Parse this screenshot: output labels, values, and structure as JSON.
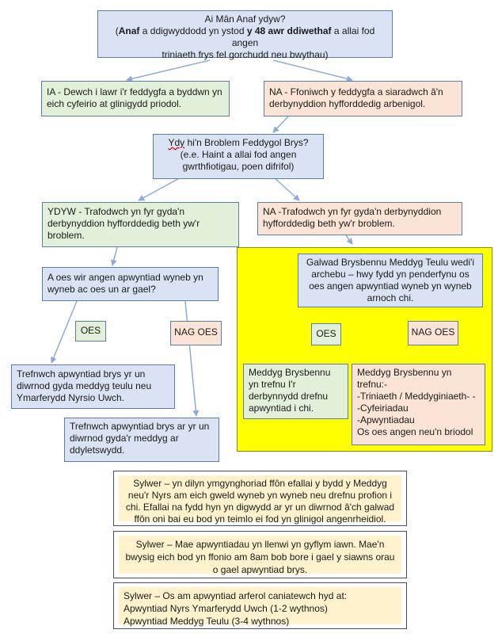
{
  "top": {
    "line1": "Ai Mân Anaf ydyw?",
    "line2_pre": "(",
    "line2_bold1": "Anaf",
    "line2_mid": " a ddigwyddodd yn ystod ",
    "line2_bold2": "y 48 awr ddiwethaf",
    "line2_post": " a allai fod angen",
    "line3": "triniaeth frys fel gorchudd neu bwythau)"
  },
  "ia_box": {
    "text": "IA  - Dewch i lawr i'r feddygfa a byddwn yn eich cyfeirio at glinigydd priodol."
  },
  "na_box": {
    "text": "NA - Ffoniwch y feddygfa a siaradwch â'n derbynyddion hyfforddedig arbenigol."
  },
  "broblem": {
    "line1_word": "Ydy",
    "line1_rest": " hi'n Broblem Feddygol Brys?",
    "line2": "(e.e. Haint a allai fod angen",
    "line3": "gwrthfiotigau, poen difrifol)"
  },
  "ydyw_box": {
    "text": "YDYW - Trafodwch yn fyr gyda'n derbynyddion hyfforddedig beth yw'r broblem."
  },
  "na2_box": {
    "text": "NA -Trafodwch yn fyr gyda'n derbynyddion hyfforddedig beth yw'r broblem."
  },
  "question_box": {
    "text": "A oes wir angen apwyntiad wyneb yn wyneb ac oes un ar gael?"
  },
  "oes_left": "OES",
  "nag_oes_left": "NAG OES",
  "trefnwch1": {
    "text": "Trefnwch apwyntiad brys yr un diwrnod gyda meddyg teulu neu Ymarferydd Nyrsio Uwch."
  },
  "trefnwch2": {
    "text": "Trefnwch apwyntiad brys ar yr un diwrnod gyda'r meddyg ar ddyletswydd."
  },
  "galwad": {
    "text": "Galwad  Brysbennu Meddyg Teulu wedi'i archebu – hwy fydd yn penderfynu os oes  angen apwyntiad wyneb yn wyneb arnoch chi."
  },
  "oes_right": "OES",
  "nag_oes_right": "NAG OES",
  "meddyg_left": {
    "text": "Meddyg Brysbennu yn trefnu I'r derbynnydd drefnu apwyntiad i chi."
  },
  "meddyg_right": {
    "l1": "Meddyg Brysbennu yn",
    "l2": "trefnu:-",
    "l3": "-Triniaeth / Meddyginiaeth- -",
    "l4": "-Cyfeiriadau",
    "l5": "-Apwyntiadau",
    "l6": "Os oes angen neu'n briodol"
  },
  "note1": {
    "text": "Sylwer – yn dilyn ymgynghoriad ffôn efallai y bydd y Meddyg neu'r Nyrs am eich gweld wyneb yn wyneb neu drefnu profion i chi. Efallai na fydd hyn yn digwydd ar yr un diwrnod â'ch galwad ffôn oni bai eu bod yn teimlo ei fod yn glinigol angenrheidiol."
  },
  "note2": {
    "text": "Sylwer – Mae  apwyntiadau yn llenwi yn gyflym iawn. Mae'n bwysig eich bod yn ffonio am 8am bob bore i gael y siawns orau o gael apwyntiad brys."
  },
  "note3": {
    "l1": "Sylwer – Os am apwyntiad arferol caniatewch hyd at:",
    "l2": "Apwyntiad  Nyrs Ymarferydd Uwch (1-2 wythnos)",
    "l3": "Apwyntiad Meddyg Teulu (3-4 wythnos)"
  },
  "colors": {
    "blue": "#dae3f3",
    "green": "#e2efd9",
    "peach": "#fbe4d5",
    "cream": "#fff2cc",
    "highlight": "#ffff00",
    "arrow": "#8eaadb"
  }
}
